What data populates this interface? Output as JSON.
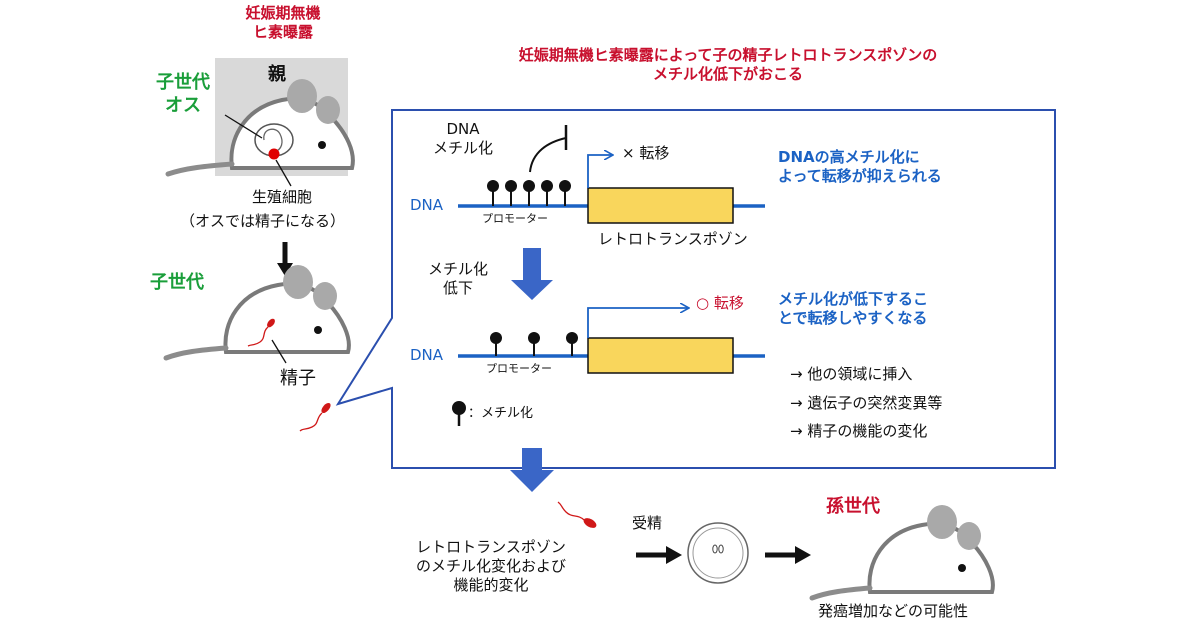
{
  "colors": {
    "red": "#c8102e",
    "green": "#1a9e3a",
    "blue": "#1b62c4",
    "box_border": "#2b4fae",
    "retro_fill": "#f9d65c",
    "arrow_fill": "#3a66c7",
    "parent_box_fill": "#d9d9d9"
  },
  "header": {
    "exposure_label_line1": "妊娠期無機",
    "exposure_label_line2": "ヒ素曝露",
    "summary_line1": "妊娠期無機ヒ素曝露によって子の精子レトロトランスポゾンの",
    "summary_line2": "メチル化低下がおこる"
  },
  "left_panel": {
    "parent_label": "親",
    "offspring_male_line1": "子世代",
    "offspring_male_line2": "オス",
    "germ_cell_label": "生殖細胞",
    "germ_cell_note": "（オスでは精子になる）",
    "offspring_label": "子世代",
    "sperm_label": "精子"
  },
  "detail_box": {
    "dna_methylation_line1": "DNA",
    "dna_methylation_line2": "メチル化",
    "transposition_blocked": "× 転移",
    "high_methylation_line1": "DNAの高メチル化に",
    "high_methylation_line2": "よって転移が抑えられる",
    "dna_label_top": "DNA",
    "promoter_label_top": "プロモーター",
    "retrotransposon_label": "レトロトランスポゾン",
    "methylation_decrease_line1": "メチル化",
    "methylation_decrease_line2": "低下",
    "transposition_ok": "○ 転移",
    "low_methylation_line1": "メチル化が低下するこ",
    "low_methylation_line2": "とで転移しやすくなる",
    "dna_label_bottom": "DNA",
    "promoter_label_bottom": "プロモーター",
    "effects": [
      "→ 他の領域に挿入",
      "→ 遺伝子の突然変異等",
      "→ 精子の機能の変化"
    ],
    "legend_methylation": "：メチル化"
  },
  "bottom": {
    "change_line1": "レトロトランスポゾン",
    "change_line2": "のメチル化変化および",
    "change_line3": "機能的変化",
    "fertilization": "受精",
    "grandchild_label": "孫世代",
    "outcome": "発癌増加などの可能性"
  }
}
